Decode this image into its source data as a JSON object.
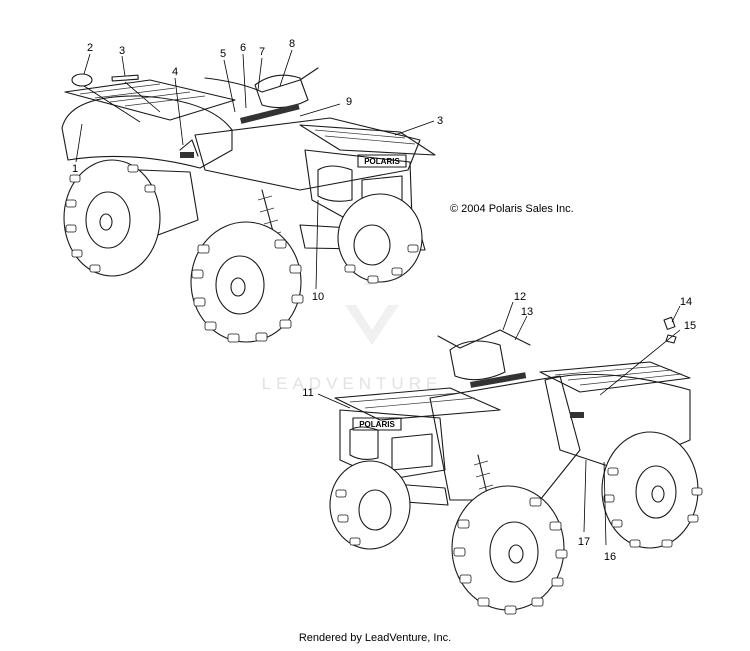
{
  "copyright": "© 2004 Polaris Sales Inc.",
  "footer": "Rendered by LeadVenture, Inc.",
  "watermark": "LEADVENTURE",
  "brand_decal": "POLARIS",
  "callouts": {
    "c1": "1",
    "c2": "2",
    "c3a": "3",
    "c3b": "3",
    "c4": "4",
    "c5": "5",
    "c6": "6",
    "c7": "7",
    "c8": "8",
    "c9": "9",
    "c10": "10",
    "c11": "11",
    "c12": "12",
    "c13": "13",
    "c14": "14",
    "c15": "15",
    "c16": "16",
    "c17": "17"
  }
}
